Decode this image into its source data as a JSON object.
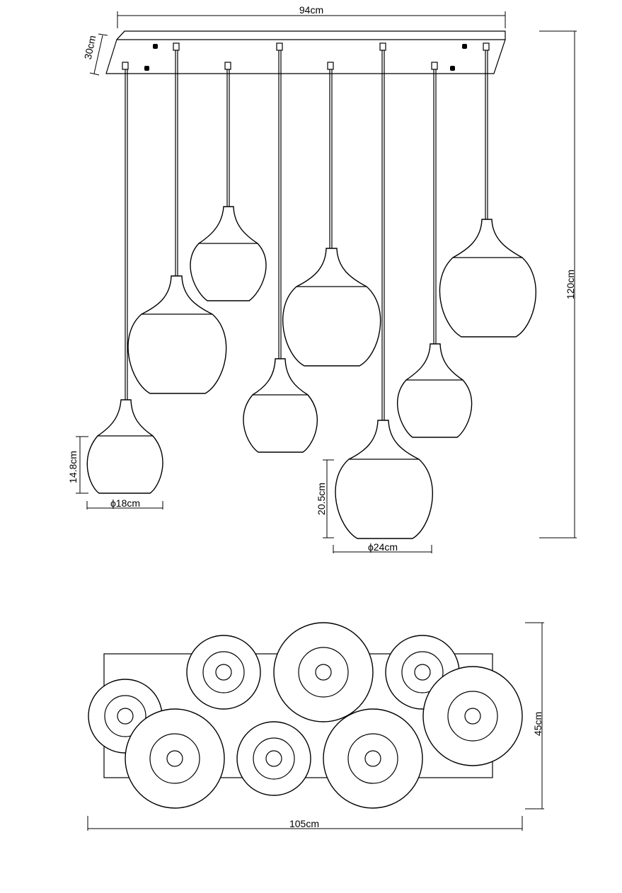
{
  "side_view": {
    "width_label": "94cm",
    "depth_label": "30cm",
    "height_label": "120cm",
    "small_shade_height_label": "14.8cm",
    "small_shade_diameter_label": "ϕ18cm",
    "large_shade_height_label": "20.5cm",
    "large_shade_diameter_label": "ϕ24cm"
  },
  "top_view": {
    "width_label": "105cm",
    "depth_label": "45cm"
  }
}
